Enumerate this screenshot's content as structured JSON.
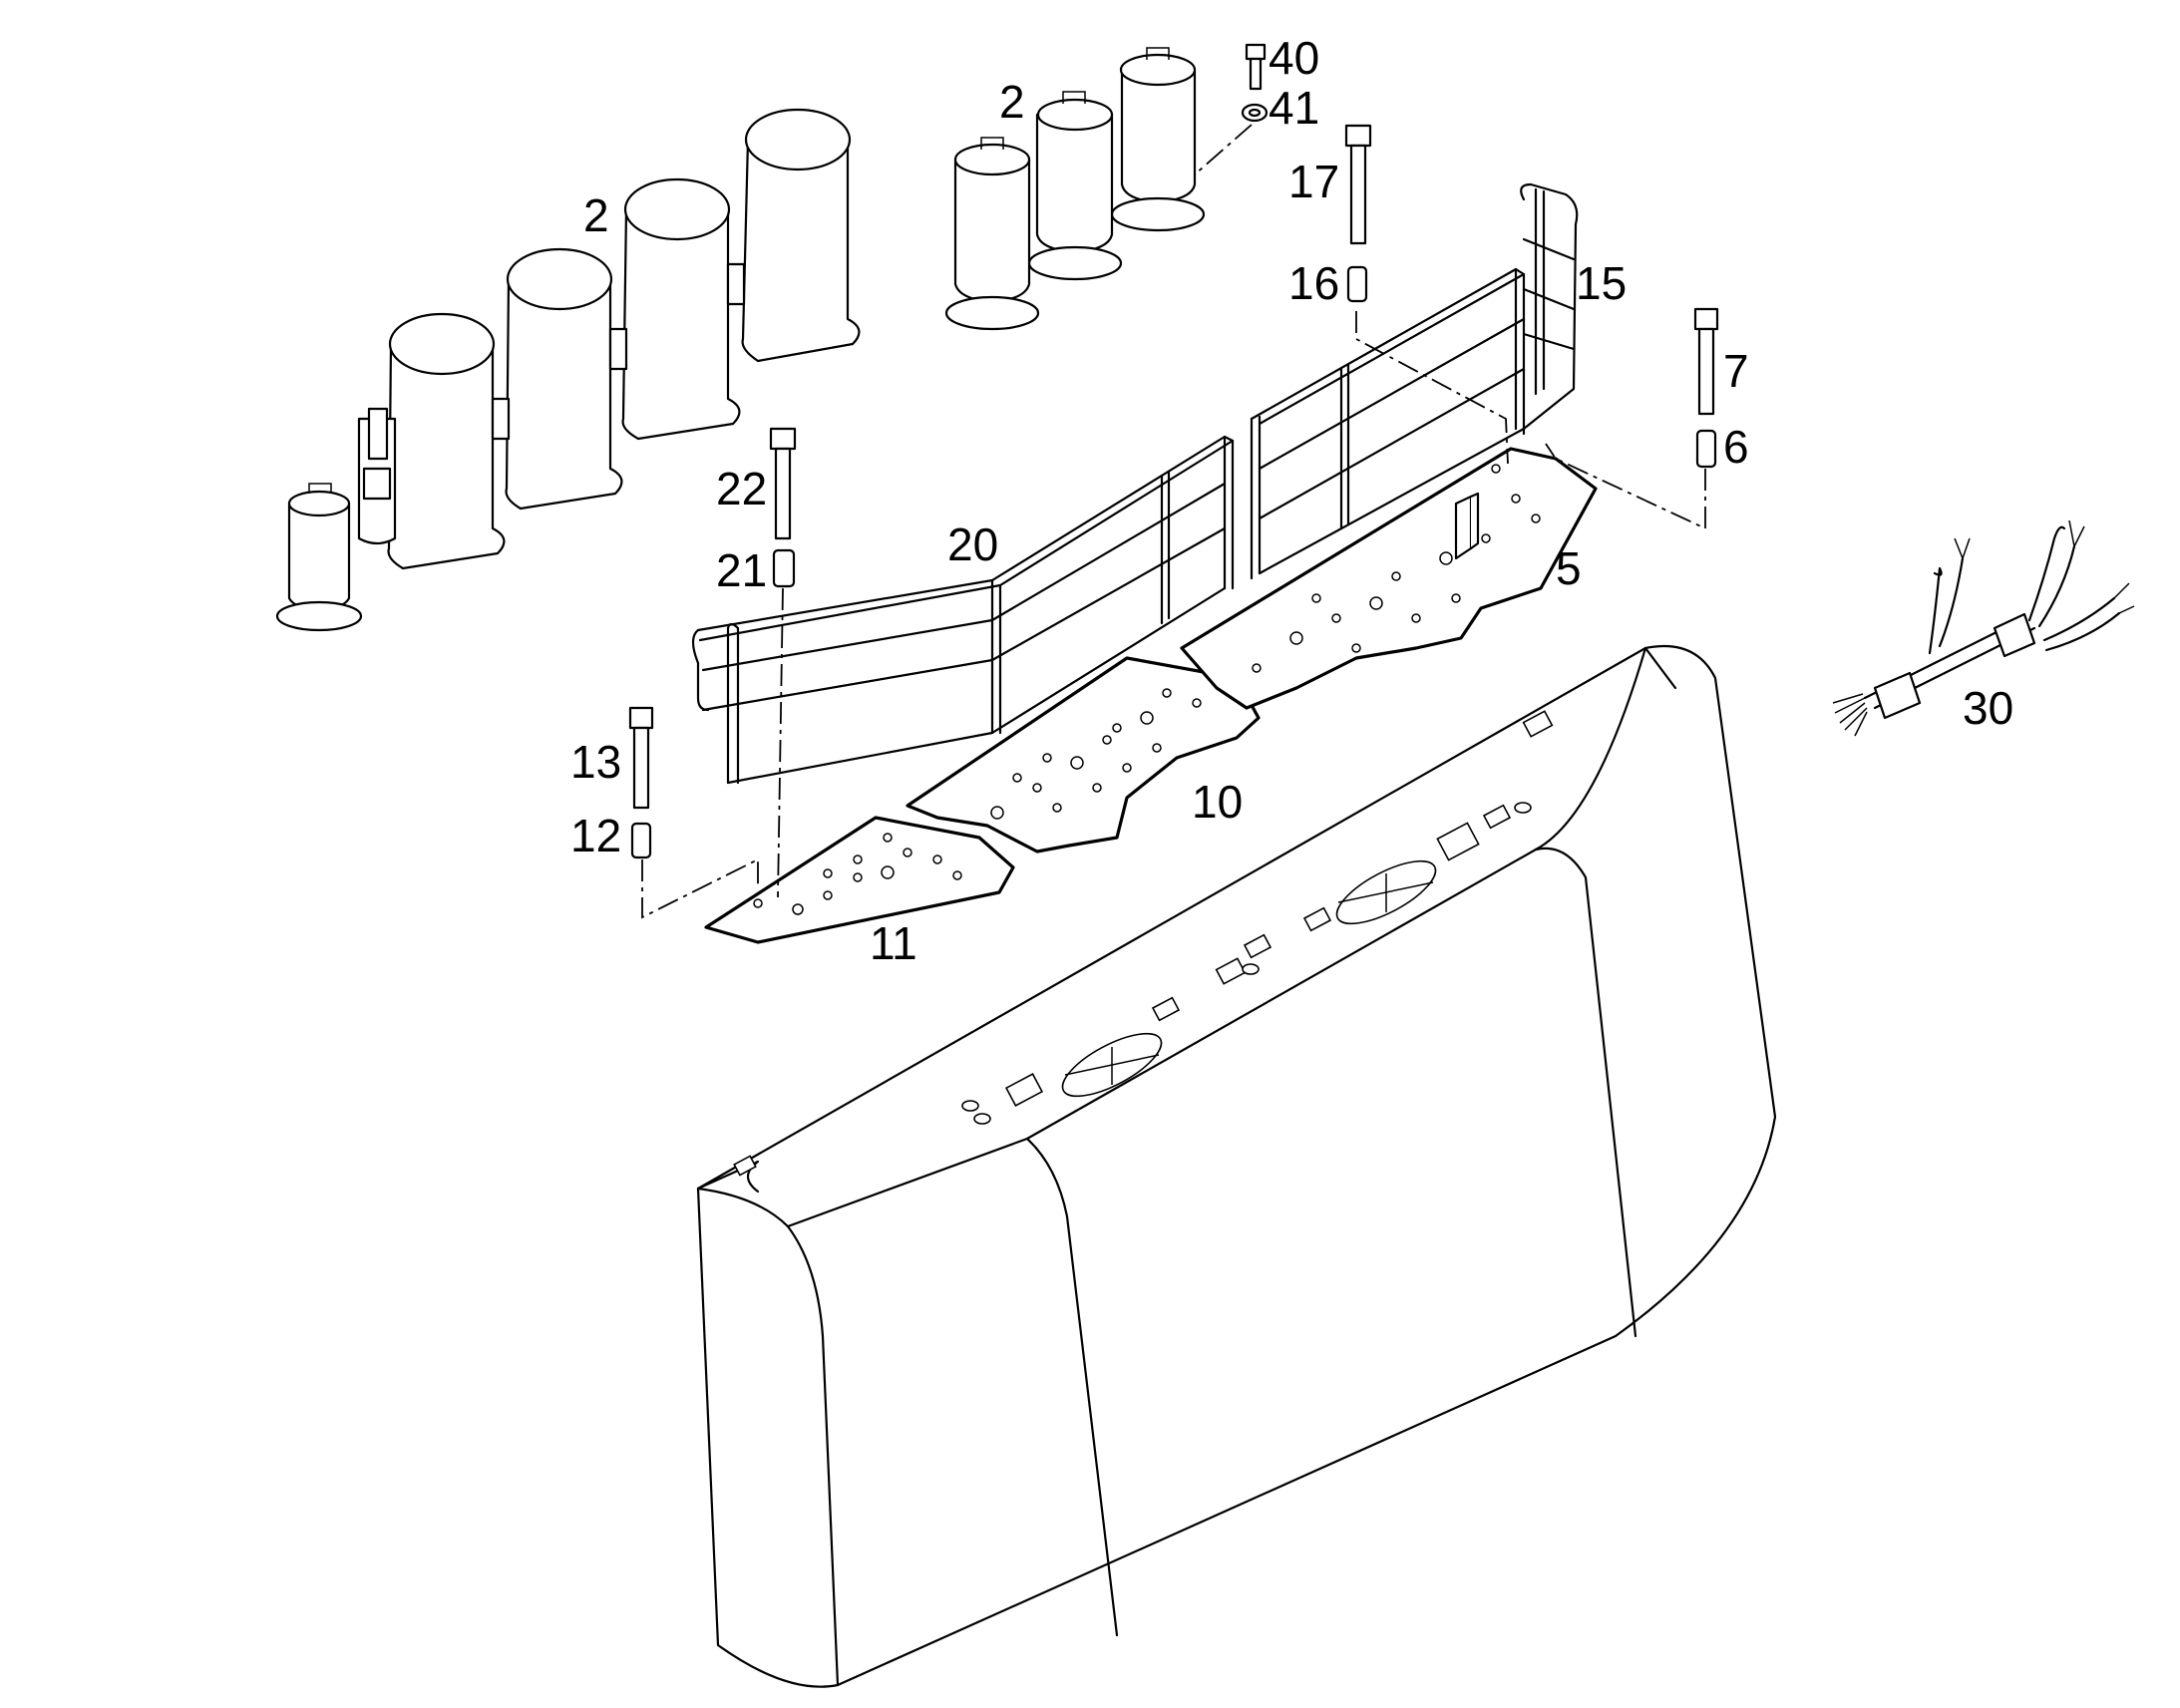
{
  "diagram": {
    "callouts": [
      {
        "id": "c2a",
        "text": "2"
      },
      {
        "id": "c2b",
        "text": "2"
      },
      {
        "id": "c40",
        "text": "40"
      },
      {
        "id": "c41",
        "text": "41"
      },
      {
        "id": "c17",
        "text": "17"
      },
      {
        "id": "c16",
        "text": "16"
      },
      {
        "id": "c15",
        "text": "15"
      },
      {
        "id": "c7",
        "text": "7"
      },
      {
        "id": "c6",
        "text": "6"
      },
      {
        "id": "c5",
        "text": "5"
      },
      {
        "id": "c22",
        "text": "22"
      },
      {
        "id": "c21",
        "text": "21"
      },
      {
        "id": "c20",
        "text": "20"
      },
      {
        "id": "c13",
        "text": "13"
      },
      {
        "id": "c12",
        "text": "12"
      },
      {
        "id": "c10",
        "text": "10"
      },
      {
        "id": "c11",
        "text": "11"
      },
      {
        "id": "c30",
        "text": "30"
      }
    ]
  }
}
